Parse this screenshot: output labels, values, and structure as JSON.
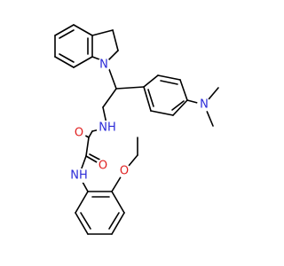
{
  "colors": {
    "carbon": "#000000",
    "nitrogen": "#2a2ad8",
    "oxygen": "#e02020",
    "background": "#ffffff"
  },
  "atoms": {
    "n_indoline": "N",
    "n_dimethylamino": "N",
    "nh_amide_1": "NH",
    "o_carbonyl_1": "O",
    "o_carbonyl_2": "O",
    "nh_amide_2": "NH",
    "o_ethoxy": "O"
  }
}
